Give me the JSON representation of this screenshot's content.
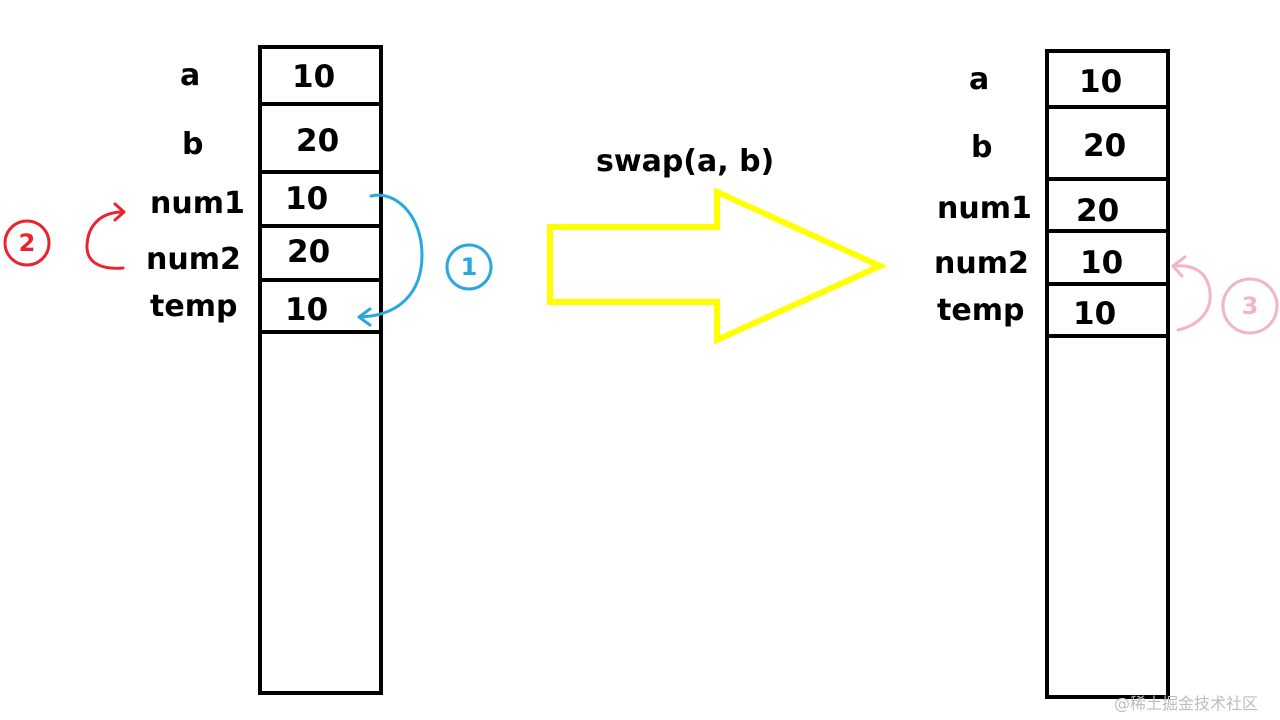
{
  "left_stack": {
    "variables": [
      {
        "name": "a",
        "value": "10"
      },
      {
        "name": "b",
        "value": "20"
      },
      {
        "name": "num1",
        "value": "10"
      },
      {
        "name": "num2",
        "value": "20"
      },
      {
        "name": "temp",
        "value": "10"
      }
    ]
  },
  "right_stack": {
    "variables": [
      {
        "name": "a",
        "value": "10"
      },
      {
        "name": "b",
        "value": "20"
      },
      {
        "name": "num1",
        "value": "20"
      },
      {
        "name": "num2",
        "value": "10"
      },
      {
        "name": "temp",
        "value": "10"
      }
    ]
  },
  "call_label": "swap(a, b)",
  "steps": [
    {
      "label": "1",
      "color": "#29a8e0"
    },
    {
      "label": "2",
      "color": "#e8242d"
    },
    {
      "label": "3",
      "color": "#f4b4c8"
    }
  ],
  "arrow_color": "#ffff00",
  "watermark": "@稀土掘金技术社区"
}
